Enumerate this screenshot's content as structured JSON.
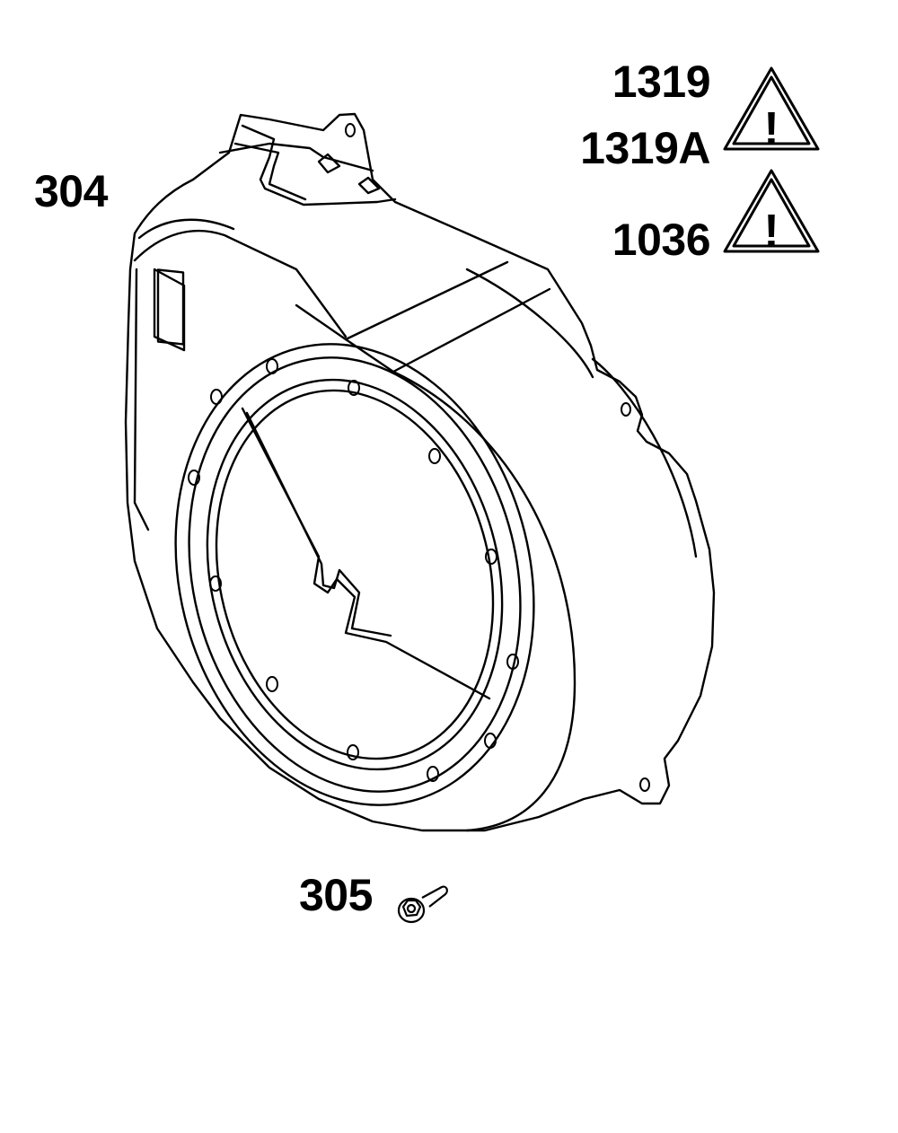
{
  "callouts": {
    "housing": "304",
    "screw": "305",
    "decal_a": "1319",
    "decal_b": "1319A",
    "decal_c": "1036"
  },
  "warning_symbol": "!",
  "icons": {
    "warning": "warning-triangle-icon",
    "housing": "blower-housing",
    "screw": "flange-screw"
  },
  "colors": {
    "line": "#000000",
    "background": "#ffffff"
  }
}
